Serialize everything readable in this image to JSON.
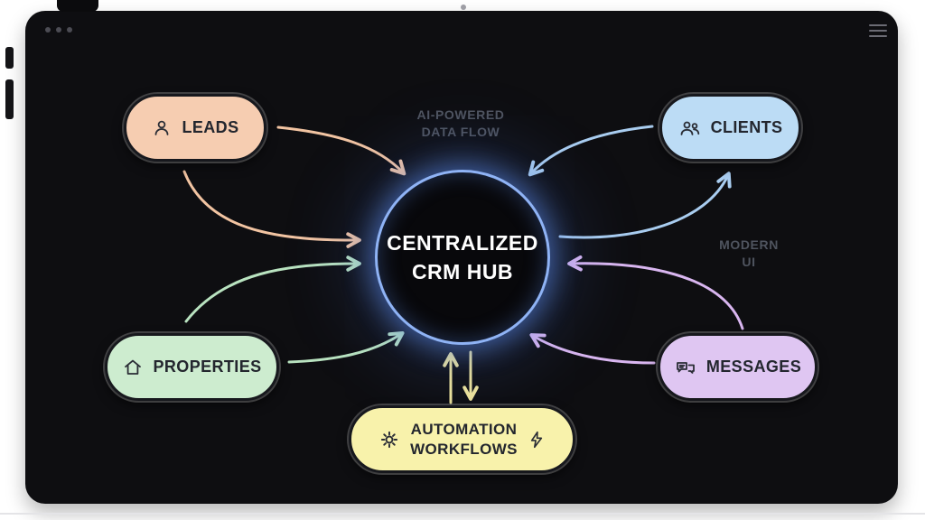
{
  "window": {
    "dots_count": 3,
    "menu_icon": "hamburger-menu-icon"
  },
  "hub": {
    "line1": "CENTRALIZED",
    "line2": "CRM HUB",
    "glow_color": "#5b8def"
  },
  "annotations": {
    "ai": {
      "line1": "AI-POWERED",
      "line2": "DATA FLOW"
    },
    "modern": {
      "line1": "MODERN",
      "line2": "UI"
    }
  },
  "nodes": [
    {
      "label": "LEADS",
      "fill": "#f6cdb1",
      "icon": "person-icon"
    },
    {
      "label": "CLIENTS",
      "fill": "#bcdcf5",
      "icon": "people-icon"
    },
    {
      "label": "PROPERTIES",
      "fill": "#cdeccf",
      "icon": "house-icon"
    },
    {
      "label": "MESSAGES",
      "fill": "#dfc6f2",
      "icon": "chat-bubbles-icon"
    },
    {
      "label1": "AUTOMATION",
      "label2": "WORKFLOWS",
      "fill": "#f8f2ab",
      "icon_left": "gear-icon",
      "icon_right": "lightning-bolt-icon"
    }
  ],
  "colors": {
    "device_background": "#0e0e11",
    "arrow_peach": "#f2c4a2",
    "arrow_green": "#b9e3c0",
    "arrow_blue": "#a9cdf0",
    "arrow_purple": "#d9b6f0",
    "arrow_yellow": "#efe49a",
    "annotation_gray": "#4f545f"
  }
}
